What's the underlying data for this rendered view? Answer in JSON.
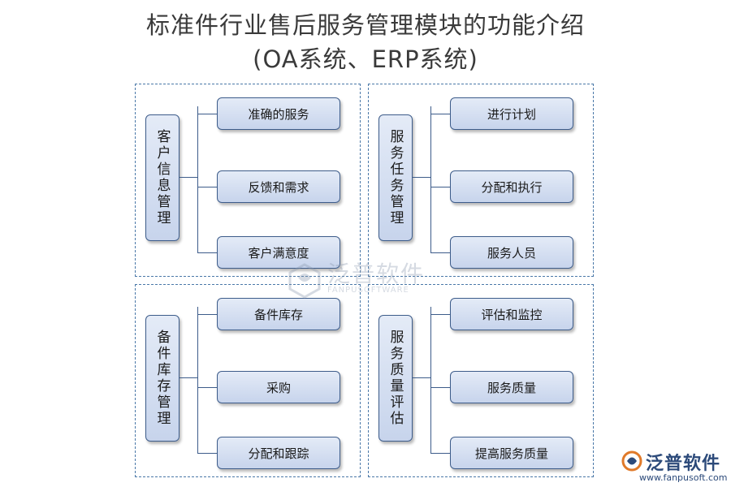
{
  "title": {
    "line1": "标准件行业售后服务管理模块的功能介绍",
    "line2": "(OA系统、ERP系统)"
  },
  "panels": [
    {
      "category": "客户信息管理",
      "items": [
        "准确的服务",
        "反馈和需求",
        "客户满意度"
      ]
    },
    {
      "category": "服务任务管理",
      "items": [
        "进行计划",
        "分配和执行",
        "服务人员"
      ]
    },
    {
      "category": "备件库存管理",
      "items": [
        "备件库存",
        "采购",
        "分配和跟踪"
      ]
    },
    {
      "category": "服务质量评估",
      "items": [
        "评估和监控",
        "服务质量",
        "提高服务质量"
      ]
    }
  ],
  "watermark": {
    "name": "泛普软件",
    "sub": "FANPUSOFTWARE"
  },
  "brand": {
    "name": "泛普软件",
    "url": "www.fanpusoft.com",
    "icon": "fanpu-logo-icon"
  },
  "colors": {
    "node_border": "#3d5c8a",
    "node_fill": "#c7d4ec",
    "panel_border": "#4a78a8"
  }
}
